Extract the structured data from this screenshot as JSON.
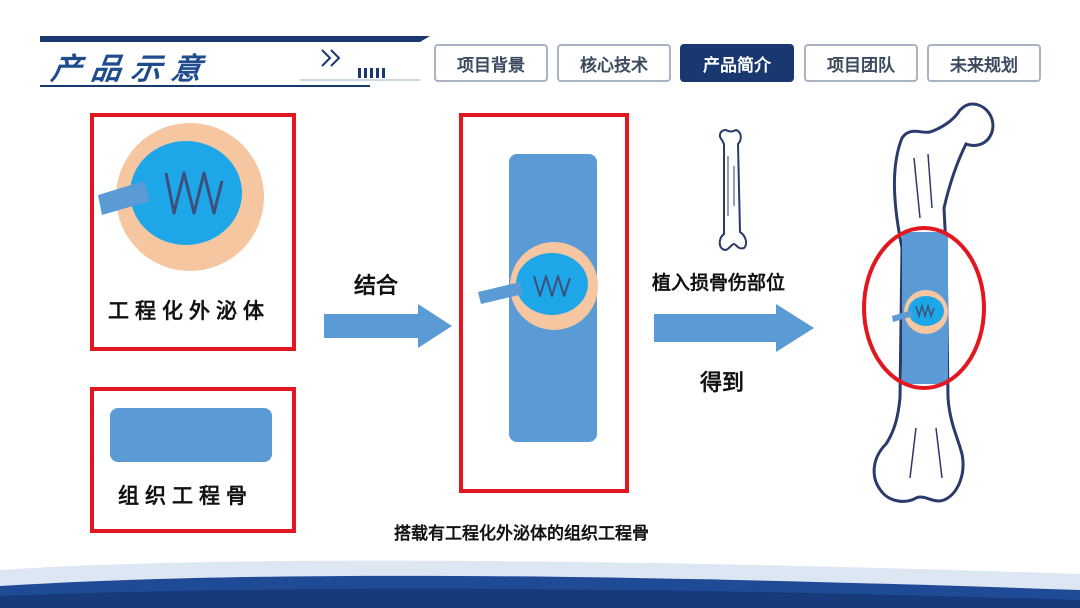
{
  "header": {
    "title": "产品示意",
    "nav": [
      {
        "label": "项目背景",
        "active": false
      },
      {
        "label": "核心技术",
        "active": false
      },
      {
        "label": "产品简介",
        "active": true
      },
      {
        "label": "项目团队",
        "active": false
      },
      {
        "label": "未来规划",
        "active": false
      }
    ]
  },
  "diagram": {
    "engineered_exosome_label": "工程化外泌体",
    "tissue_bone_label": "组织工程骨",
    "combine_label": "结合",
    "implant_label": "植入损骨伤部位",
    "obtain_label": "得到",
    "composite_caption": "搭载有工程化外泌体的组织工程骨"
  },
  "colors": {
    "accent_dark_blue": "#1a3870",
    "box_red": "#e3171f",
    "product_blue": "#5b9bd5",
    "exosome_blue": "#1ea7e8",
    "peach": "#f5c6a0"
  }
}
